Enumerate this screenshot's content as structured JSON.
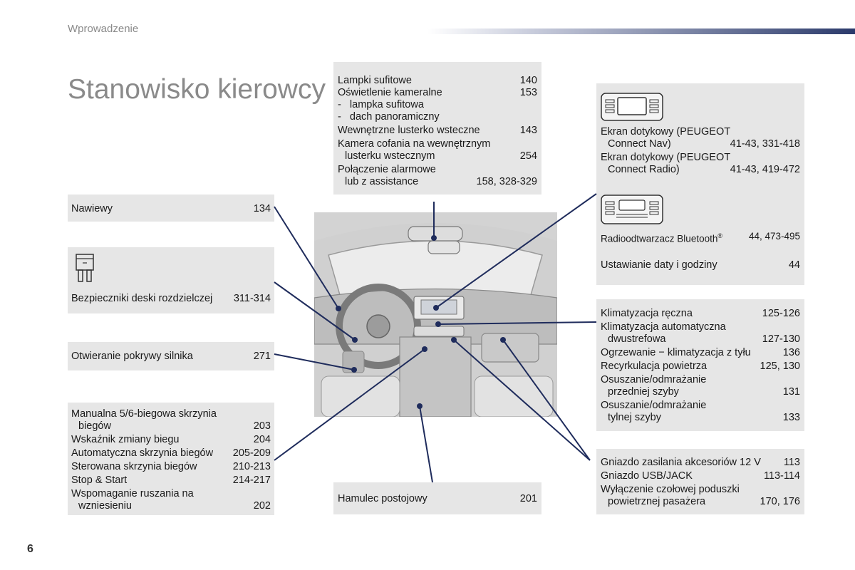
{
  "header": {
    "section": "Wprowadzenie",
    "title": "Stanowisko kierowcy",
    "page_number": "6"
  },
  "lights": {
    "rows": [
      {
        "label": "Lampki sufitowe",
        "page": "140"
      },
      {
        "label": "Oświetlenie kameralne",
        "page": "153"
      },
      {
        "label": "-   lampka sufitowa",
        "page": ""
      },
      {
        "label": "-   dach panoramiczny",
        "page": ""
      },
      {
        "label": "Wewnętrzne lusterko wsteczne",
        "page": "143"
      },
      {
        "label": "Kamera cofania na wewnętrznym",
        "page": ""
      },
      {
        "label": "lusterku wstecznym",
        "page": "254"
      },
      {
        "label": "Połączenie alarmowe",
        "page": ""
      },
      {
        "label": "lub z assistance",
        "page": "158, 328-329"
      }
    ]
  },
  "nawiewy": {
    "label": "Nawiewy",
    "page": "134"
  },
  "fuses": {
    "label": "Bezpieczniki deski rozdzielczej",
    "page": "311-314"
  },
  "bonnet": {
    "label": "Otwieranie pokrywy silnika",
    "page": "271"
  },
  "gearbox": {
    "rows": [
      {
        "label": "Manualna 5/6-biegowa skrzynia",
        "page": ""
      },
      {
        "label": "biegów",
        "page": "203"
      },
      {
        "label": "Wskaźnik zmiany biegu",
        "page": "204"
      },
      {
        "label": "Automatyczna skrzynia biegów",
        "page": "205-209"
      },
      {
        "label": "Sterowana skrzynia biegów",
        "page": "210-213"
      },
      {
        "label": "Stop & Start",
        "page": "214-217"
      },
      {
        "label": "Wspomaganie ruszania na",
        "page": ""
      },
      {
        "label": "wzniesieniu",
        "page": "202"
      }
    ]
  },
  "handbrake": {
    "label": "Hamulec postojowy",
    "page": "201"
  },
  "multimedia": {
    "touch": [
      {
        "label": "Ekran dotykowy (PEUGEOT",
        "page": ""
      },
      {
        "label": "Connect Nav)",
        "page": "41-43, 331-418"
      },
      {
        "label": "Ekran dotykowy (PEUGEOT",
        "page": ""
      },
      {
        "label": "Connect Radio)",
        "page": "41-43, 419-472"
      }
    ],
    "radio": {
      "label": "Radioodtwarzacz Bluetooth",
      "mark": "®",
      "page": "44, 473-495"
    },
    "datetime": {
      "label": "Ustawianie daty i godziny",
      "page": "44"
    }
  },
  "climate": {
    "rows": [
      {
        "label": "Klimatyzacja ręczna",
        "page": "125-126"
      },
      {
        "label": "Klimatyzacja automatyczna",
        "page": ""
      },
      {
        "label": "dwustrefowa",
        "page": "127-130"
      },
      {
        "label": "Ogrzewanie − klimatyzacja z tyłu",
        "page": "136"
      },
      {
        "label": "Recyrkulacja powietrza",
        "page": "125, 130"
      },
      {
        "label": "Osuszanie/odmrażanie",
        "page": ""
      },
      {
        "label": "przedniej szyby",
        "page": "131"
      },
      {
        "label": "Osuszanie/odmrażanie",
        "page": ""
      },
      {
        "label": "tylnej szyby",
        "page": "133"
      }
    ]
  },
  "sockets": {
    "rows": [
      {
        "label": "Gniazdo zasilania akcesoriów 12 V",
        "page": "113"
      },
      {
        "label": "Gniazdo USB/JACK",
        "page": "113-114"
      },
      {
        "label": "Wyłączenie czołowej poduszki",
        "page": ""
      },
      {
        "label": "powietrznej pasażera",
        "page": "170, 176"
      }
    ]
  },
  "colors": {
    "leader": "#1f2c5c",
    "box": "#e6e6e6",
    "title": "#8a8a8a"
  }
}
